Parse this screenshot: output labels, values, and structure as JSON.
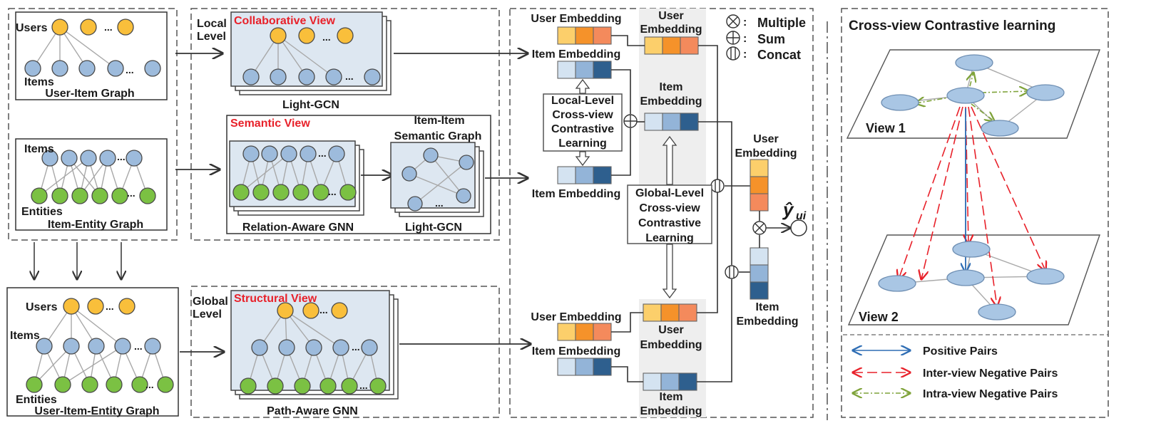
{
  "graphs": {
    "user_item": {
      "title": "User-Item Graph",
      "users_label": "Users",
      "items_label": "Items",
      "ellipsis": "..."
    },
    "item_entity": {
      "title": "Item-Entity Graph",
      "items_label": "Items",
      "entities_label": "Entities",
      "ellipsis": "..."
    },
    "user_item_entity": {
      "title": "User-Item-Entity Graph",
      "users_label": "Users",
      "items_label": "Items",
      "entities_label": "Entities",
      "ellipsis": "..."
    }
  },
  "views": {
    "local_level": [
      "Local",
      "Level"
    ],
    "global_level": [
      "Global",
      "Level"
    ],
    "collaborative": {
      "title": "Collaborative View",
      "caption": "Light-GCN"
    },
    "semantic": {
      "title": "Semantic View",
      "rel_caption": "Relation-Aware GNN",
      "graph_title": [
        "Item-Item",
        "Semantic Graph"
      ],
      "lightgcn_caption": "Light-GCN"
    },
    "structural": {
      "title": "Structural View",
      "caption": "Path-Aware GNN"
    }
  },
  "embeddings": {
    "user_embedding": "User Embedding",
    "item_embedding": "Item Embedding",
    "user_split": [
      "User",
      "Embedding"
    ],
    "item_split": [
      "Item",
      "Embedding"
    ]
  },
  "contrastive": {
    "local": [
      "Local-Level",
      "Cross-view",
      "Contrastive",
      "Learning"
    ],
    "global": [
      "Global-Level",
      "Cross-view",
      "Contrastive",
      "Learning"
    ]
  },
  "operators": [
    {
      "symbol": "⊗",
      "sep": ":",
      "label": "Multiple"
    },
    {
      "symbol": "⊕",
      "sep": ":",
      "label": "Sum"
    },
    {
      "symbol": "⦶",
      "sep": ":",
      "label": "Concat"
    }
  ],
  "prediction": {
    "label": "ŷ",
    "subscript": "ui"
  },
  "right_panel": {
    "title": "Cross-view Contrastive learning",
    "view1": "View 1",
    "view2": "View 2",
    "legend": [
      {
        "label": "Positive Pairs",
        "color": "#2e6db4",
        "style": "solid"
      },
      {
        "label": "Inter-view Negative Pairs",
        "color": "#e8212a",
        "style": "dashed"
      },
      {
        "label": "Intra-view Negative Pairs",
        "color": "#7fa33a",
        "style": "dashdot"
      }
    ]
  },
  "colors": {
    "user_node": "#f9bf3b",
    "item_node": "#9dbbdc",
    "entity_node": "#7bc143",
    "panel_fill": "#dde7f1",
    "emb_orange": [
      "#fccf6b",
      "#f5922a",
      "#f48a5c"
    ],
    "emb_blue": [
      "#d4e3f1",
      "#93b4d8",
      "#2e5f8e"
    ],
    "accent_red": "#e8212a"
  }
}
